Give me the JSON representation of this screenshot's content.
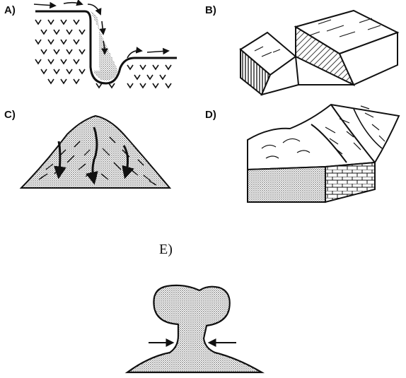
{
  "panels": {
    "a": {
      "label": "A)"
    },
    "b": {
      "label": "B)"
    },
    "c": {
      "label": "C)"
    },
    "d": {
      "label": "D)"
    },
    "e": {
      "label": "E)"
    }
  },
  "colors": {
    "ink": "#111111",
    "stipple": "#9a9a9a",
    "paper": "#ffffff"
  },
  "icons": {
    "a": "river-valley-erosion-icon",
    "b": "fault-block-icon",
    "c": "eroded-mountain-icon",
    "d": "stratified-rock-block-icon",
    "e": "mushroom-rock-icon"
  }
}
